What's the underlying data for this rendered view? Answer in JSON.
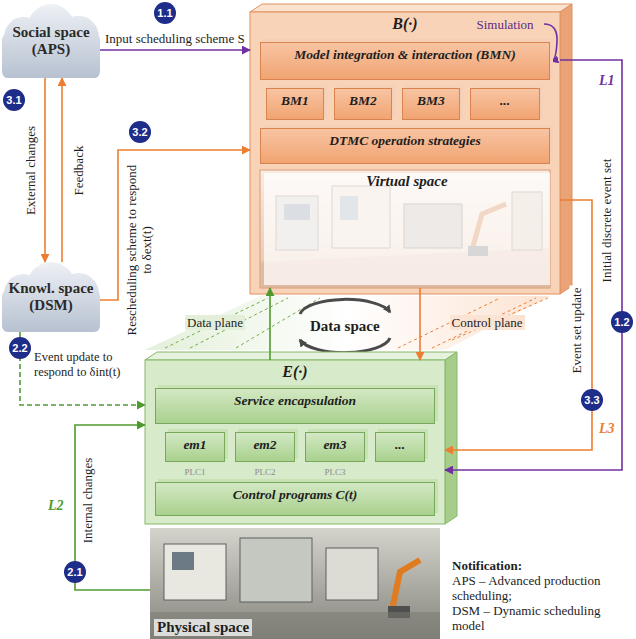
{
  "diagram": {
    "nodes": [
      {
        "text": [
          "Social space (APS)"
        ]
      },
      {
        "text": [
          "Knowl. space (DSM)"
        ]
      },
      {
        "text": [
          "B(·)"
        ]
      },
      {
        "text": [
          "Model integration & interaction (BMN)"
        ],
        "in": 2
      },
      {
        "text": [
          "BM1"
        ],
        "in": 2
      },
      {
        "text": [
          "BM2"
        ],
        "in": 2
      },
      {
        "text": [
          "BM3"
        ],
        "in": 2
      },
      {
        "text": [
          "..."
        ],
        "in": 2
      },
      {
        "text": [
          "DTMC operation strategies"
        ],
        "in": 2
      },
      {
        "text": [
          "Virtual space"
        ],
        "in": 2
      },
      {
        "text": [
          "E(·)"
        ]
      },
      {
        "text": [
          "Service encapsulation"
        ],
        "in": 10
      },
      {
        "text": [
          "em1"
        ],
        "in": 10
      },
      {
        "text": [
          "em2"
        ],
        "in": 10
      },
      {
        "text": [
          "em3"
        ],
        "in": 10
      },
      {
        "text": [
          "..."
        ],
        "in": 10
      },
      {
        "text": [
          "Control programs C(t)"
        ],
        "in": 10
      },
      {
        "text": [
          "Physical space"
        ]
      }
    ],
    "edges": [
      {
        "from": 0,
        "to": 2,
        "arrow": "to",
        "label": "Input scheduling scheme S"
      },
      {
        "from": 0,
        "to": 1,
        "arrow": "to",
        "label": "External changes"
      },
      {
        "from": 1,
        "to": 0,
        "arrow": "to",
        "label": "Feedback"
      },
      {
        "from": 1,
        "to": 2,
        "arrow": "to",
        "label": "Rescheduling scheme to respond to δext(t)"
      },
      {
        "from": 1,
        "to": 10,
        "arrow": "to",
        "label": "Event update to respond to δint(t)"
      },
      {
        "from": 17,
        "to": 10,
        "arrow": "to",
        "label": "Internal changes"
      },
      {
        "from": 2,
        "to": 10,
        "arrow": "to",
        "label": "Initial discrete event set"
      },
      {
        "from": 2,
        "to": 10,
        "arrow": "to",
        "label": "Event set update"
      },
      {
        "from": 10,
        "to": 9,
        "arrow": "to",
        "label": "Data plane"
      },
      {
        "from": 9,
        "to": 10,
        "arrow": "to",
        "label": "Control plane"
      }
    ],
    "labels": [
      "1.1",
      "1.2",
      "2.1",
      "2.2",
      "3.1",
      "3.2",
      "3.3",
      "L1",
      "L2",
      "L3",
      "PLC1",
      "PLC2",
      "PLC3",
      "Simulation",
      "Data space",
      "Notification:",
      "APS – Advanced production scheduling;",
      "DSM – Dynamic scheduling model"
    ]
  }
}
